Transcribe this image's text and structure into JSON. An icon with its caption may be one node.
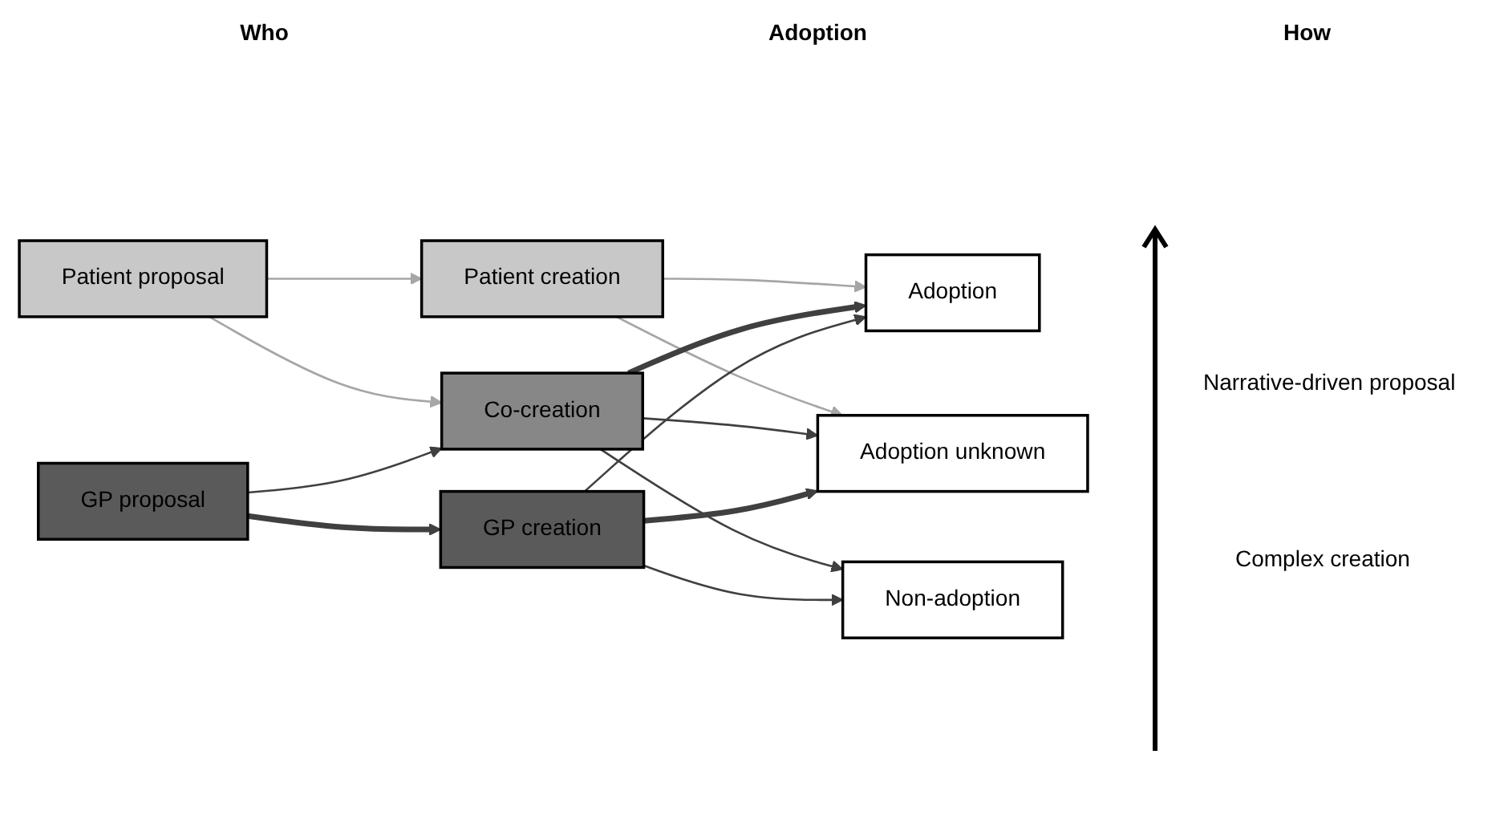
{
  "diagram": {
    "nodes": [
      {
        "text": [
          "Patient proposal"
        ]
      },
      {
        "text": [
          "GP proposal"
        ]
      },
      {
        "text": [
          "Patient creation"
        ]
      },
      {
        "text": [
          "Co-creation"
        ]
      },
      {
        "text": [
          "GP creation"
        ]
      },
      {
        "text": [
          "Adoption"
        ]
      },
      {
        "text": [
          "Non-adoption"
        ]
      },
      {
        "text": [
          "Adoption unknown"
        ]
      }
    ],
    "edges": [
      {
        "from": 0,
        "to": 2,
        "arrow": "to",
        "color": "#a6a6a6"
      },
      {
        "from": 0,
        "to": 3,
        "arrow": "to",
        "color": "#a6a6a6"
      },
      {
        "from": 1,
        "to": 3,
        "arrow": "to"
      },
      {
        "from": 1,
        "to": 4,
        "arrow": "to",
        "style": "thick"
      },
      {
        "from": 2,
        "to": 5,
        "arrow": "to",
        "color": "#a6a6a6"
      },
      {
        "from": 2,
        "to": 7,
        "arrow": "to",
        "color": "#a6a6a6"
      },
      {
        "from": 3,
        "to": 5,
        "arrow": "to",
        "style": "thick"
      },
      {
        "from": 3,
        "to": 6,
        "arrow": "to"
      },
      {
        "from": 3,
        "to": 7,
        "arrow": "to"
      },
      {
        "from": 4,
        "to": 5,
        "arrow": "to"
      },
      {
        "from": 4,
        "to": 6,
        "arrow": "to"
      },
      {
        "from": 4,
        "to": 7,
        "arrow": "to",
        "style": "thick"
      }
    ],
    "labels": [
      "Who",
      "Adoption",
      "How",
      "Narrative-driven proposal",
      "Complex creation"
    ]
  }
}
